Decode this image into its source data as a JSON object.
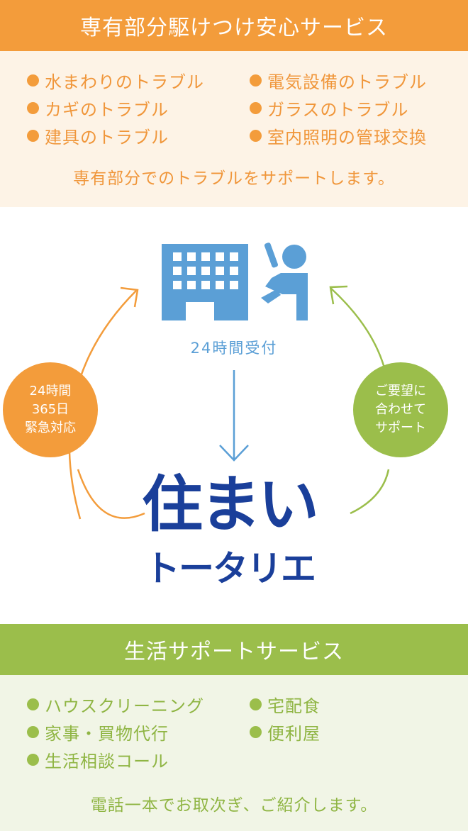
{
  "colors": {
    "orange": "#f39c3b",
    "orange_bg": "#fdf3e6",
    "orange_text": "#f0963a",
    "green": "#9bbe4b",
    "green_bg": "#f1f5e6",
    "green_text": "#8fb543",
    "blue": "#5b9fd6",
    "navy": "#1a3f9a"
  },
  "top_section": {
    "title": "専有部分駆けつけ安心サービス",
    "left_items": [
      "水まわりのトラブル",
      "カギのトラブル",
      "建具のトラブル"
    ],
    "right_items": [
      "電気設備のトラブル",
      "ガラスのトラブル",
      "室内照明の管球交換"
    ],
    "note": "専有部分でのトラブルをサポートします。"
  },
  "diagram": {
    "center_label": "24時間受付",
    "left_circle": [
      "24時間",
      "365日",
      "緊急対応"
    ],
    "right_circle": [
      "ご要望に",
      "合わせて",
      "サポート"
    ],
    "icons": [
      "building-icon",
      "person-phone-icon"
    ],
    "logo_line1": "住まい",
    "logo_line2": "トータリエ"
  },
  "bottom_section": {
    "title": "生活サポートサービス",
    "left_items": [
      "ハウスクリーニング",
      "家事・買物代行",
      "生活相談コール"
    ],
    "right_items": [
      "宅配食",
      "便利屋"
    ],
    "note": "電話一本でお取次ぎ、ご紹介します。"
  }
}
